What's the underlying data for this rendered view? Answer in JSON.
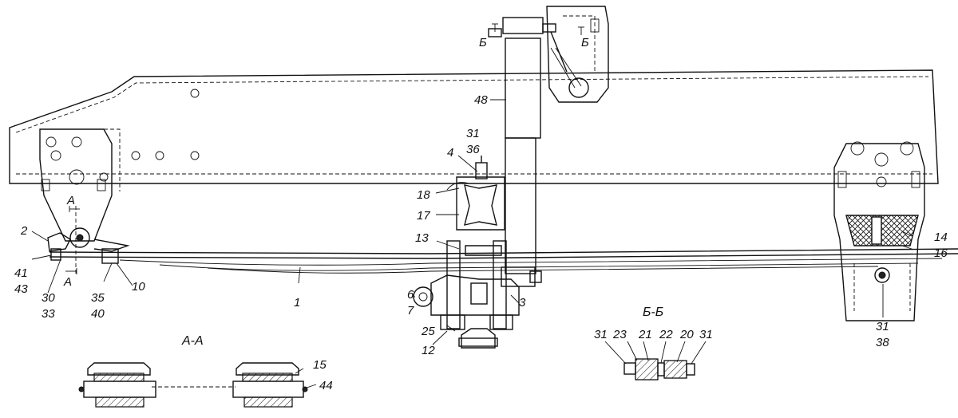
{
  "labels": {
    "l1": "1",
    "l2": "2",
    "l3": "3",
    "l4": "4",
    "l6": "6",
    "l7": "7",
    "l10": "10",
    "l12": "12",
    "l13": "13",
    "l14": "14",
    "l15": "15",
    "l16": "16",
    "l17": "17",
    "l18": "18",
    "l20": "20",
    "l21": "21",
    "l22": "22",
    "l23": "23",
    "l25": "25",
    "l30": "30",
    "l31a": "31",
    "l31b": "31",
    "l31c": "31",
    "l31d": "31",
    "l33": "33",
    "l35": "35",
    "l36": "36",
    "l38": "38",
    "l40": "40",
    "l41": "41",
    "l43": "43",
    "l44": "44",
    "l48": "48"
  },
  "sections": {
    "aa_title": "А-А",
    "bb_title": "Б-Б",
    "a_mark_top": "А",
    "a_mark_bottom": "А",
    "b_mark_left": "Б",
    "b_mark_right": "Б"
  },
  "colors": {
    "ink": "#111111",
    "paper": "#ffffff"
  }
}
